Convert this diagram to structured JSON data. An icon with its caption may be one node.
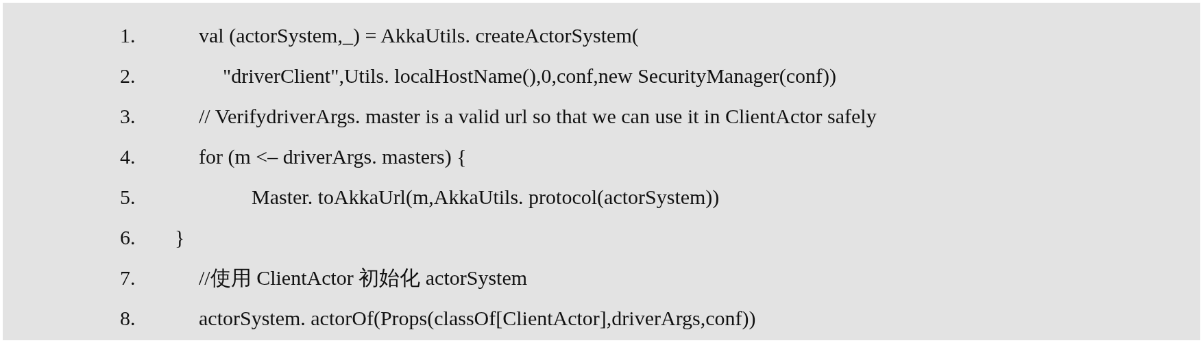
{
  "diagram": {
    "labels": [
      "1.",
      "val (actorSystem,_) = AkkaUtils. createActorSystem(",
      "2.",
      "\"driverClient\",Utils. localHostName(),0,conf,new SecurityManager(conf))",
      "3.",
      "// VerifydriverArgs. master is a valid url so that we can use it in ClientActor safely",
      "4.",
      "for (m <– driverArgs. masters) {",
      "5.",
      "Master. toAkkaUrl(m,AkkaUtils. protocol(actorSystem))",
      "6.",
      "}",
      "7.",
      "//使用 ClientActor 初始化 actorSystem",
      "8.",
      "actorSystem. actorOf(Props(classOf[ClientActor],driverArgs,conf))"
    ]
  }
}
